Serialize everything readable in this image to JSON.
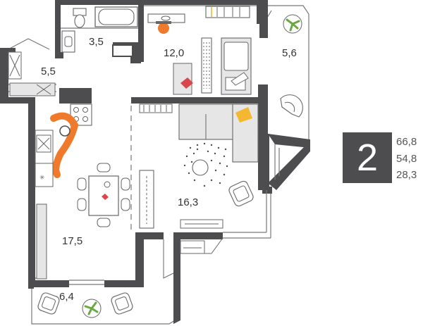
{
  "apartment": {
    "rooms": "2",
    "total_area": "66,8",
    "living_area": "54,8",
    "kitchen_area": "28,3"
  },
  "room_areas": {
    "bathroom": "3,5",
    "bedroom": "12,0",
    "hall": "5,5",
    "balcony_right": "5,6",
    "living": "16,3",
    "kitchen_dining": "17,5",
    "balcony_bottom": "6,4"
  },
  "colors": {
    "wall": "#4d4d4f",
    "accent_orange": "#f07a2c",
    "accent_red": "#d9474b",
    "accent_yellow": "#f4b731",
    "plant_green": "#6aa843",
    "furniture_fill": "#e6e6e6",
    "line": "#666666"
  },
  "icons": [
    "plant-icon",
    "armchair-icon",
    "bed-icon",
    "bathtub-icon",
    "toilet-icon",
    "sink-icon",
    "stove-icon",
    "table-icon",
    "sofa-icon",
    "rug-icon",
    "wardrobe-icon"
  ]
}
